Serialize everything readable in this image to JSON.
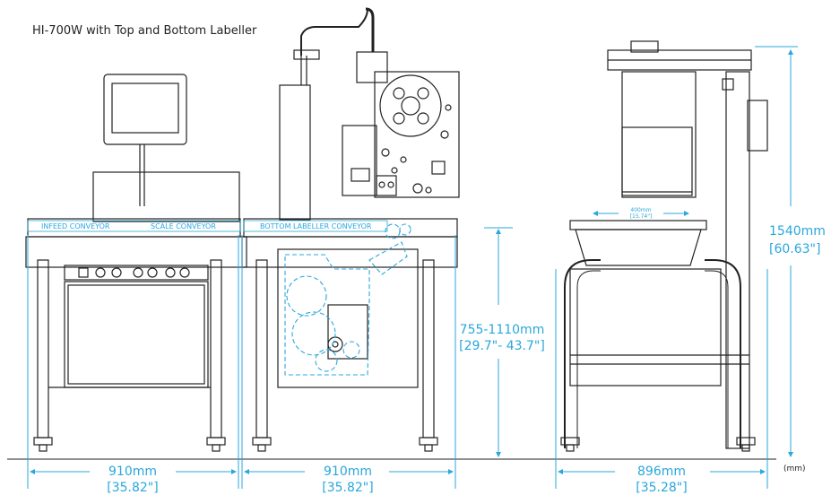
{
  "title": "HI-700W with Top and Bottom Labeller",
  "unit_note": "(mm)",
  "conveyors": {
    "infeed": "INFEED CONVEYOR",
    "scale": "SCALE CONVEYOR",
    "bottom_labeller": "BOTTOM LABELLER CONVEYOR"
  },
  "dimensions": {
    "width_scale": {
      "mm": "910mm",
      "in": "[35.82\"]"
    },
    "width_labeller": {
      "mm": "910mm",
      "in": "[35.82\"]"
    },
    "height_range": {
      "mm": "755-1110mm",
      "in": "[29.7\"- 43.7\"]"
    },
    "side_width": {
      "mm": "896mm",
      "in": "[35.28\"]"
    },
    "side_height": {
      "mm": "1540mm",
      "in": "[60.63\"]"
    },
    "belt_width": {
      "mm": "400mm",
      "in": "[15.74\"]"
    }
  },
  "colors": {
    "dimension": "#2aa7dc",
    "line": "#222222"
  }
}
